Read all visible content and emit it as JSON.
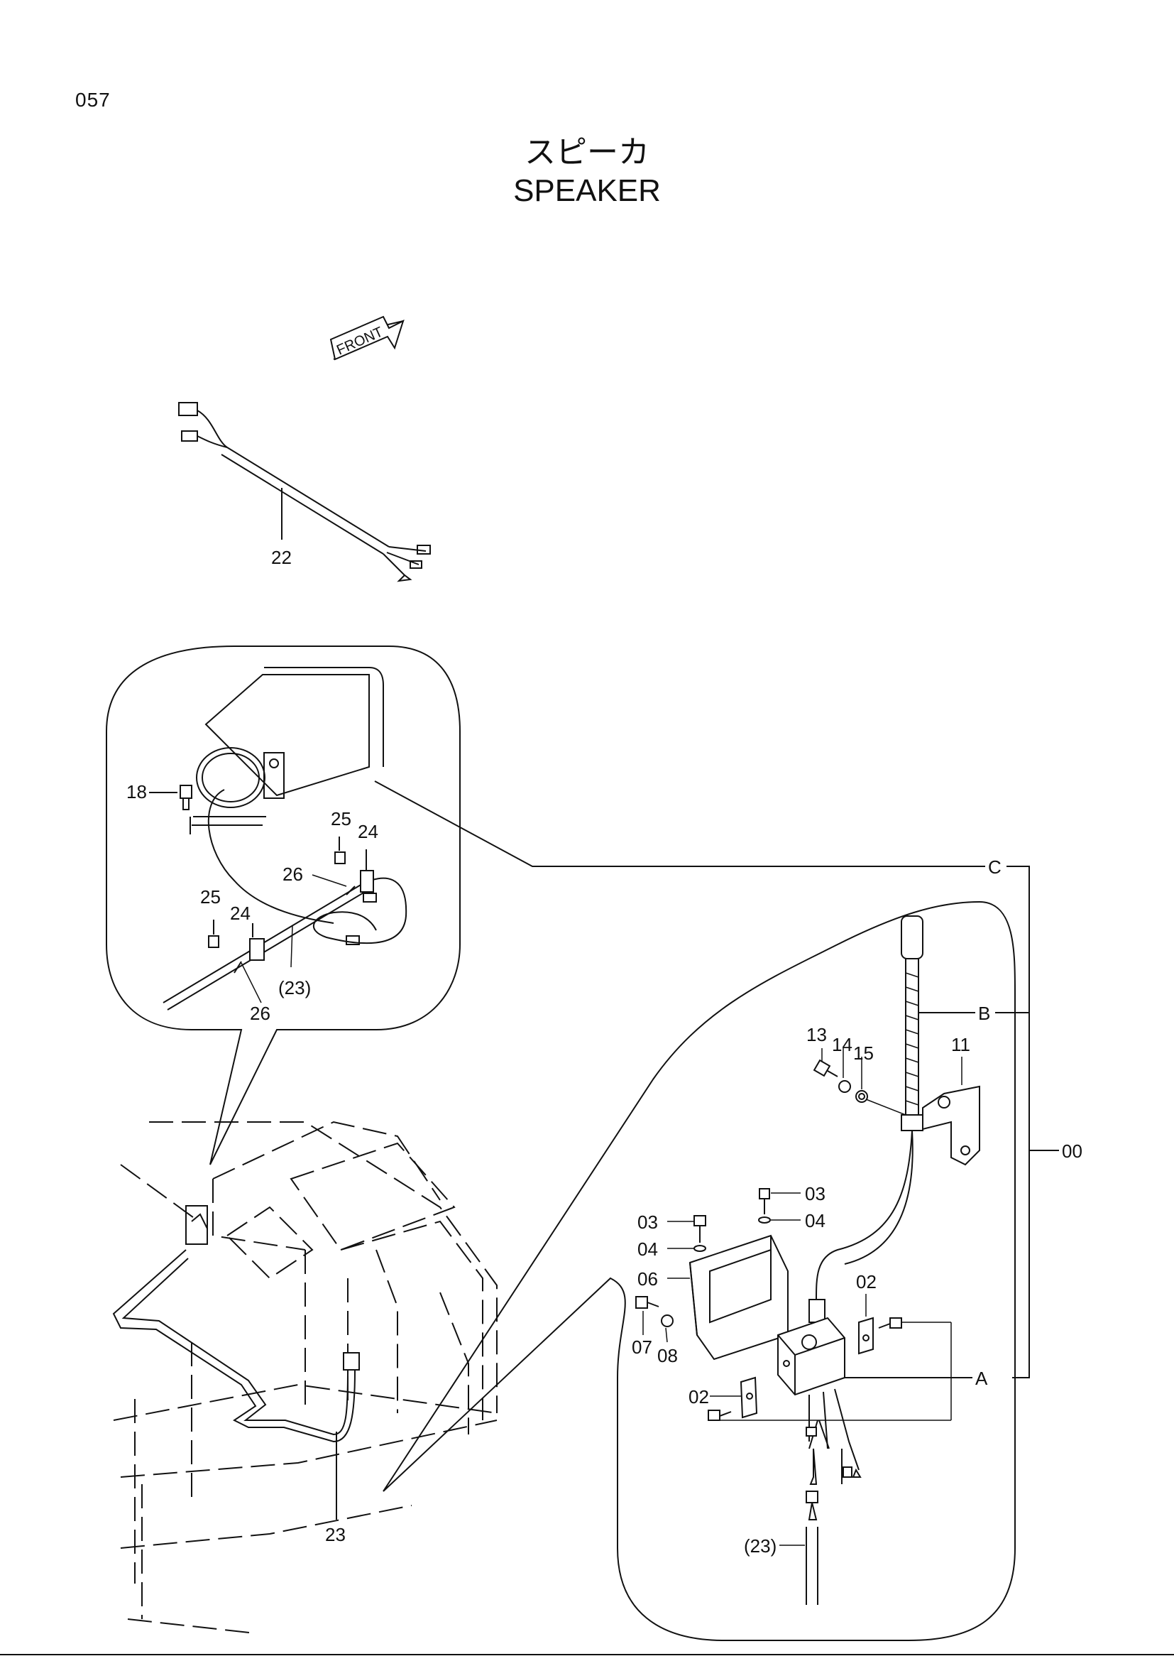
{
  "page": {
    "number": "057"
  },
  "title": {
    "japanese": "スピーカ",
    "english": "SPEAKER"
  },
  "front_marker": "FRONT",
  "callouts": {
    "wire_harness": "22",
    "harness_installed": "23",
    "speaker_bolt": "18",
    "clamp_bolt_upper": "25",
    "clamp_upper": "24",
    "clip_upper": "26",
    "clamp_bolt_lower": "25",
    "clamp_lower": "24",
    "clip_lower": "26",
    "harness_ref_upper": "(23)",
    "bolt_13": "13",
    "washer_14": "14",
    "washer_15": "15",
    "bracket_11": "11",
    "bolt_03_right": "03",
    "washer_04_right": "04",
    "bolt_03_left": "03",
    "washer_04_left": "04",
    "case_06": "06",
    "bracket_02_right": "02",
    "bolt_07": "07",
    "washer_08": "08",
    "bracket_02_left": "02",
    "harness_ref_lower": "(23)",
    "group_c": "C",
    "group_b": "B",
    "group_a": "A",
    "assembly_00": "00"
  }
}
